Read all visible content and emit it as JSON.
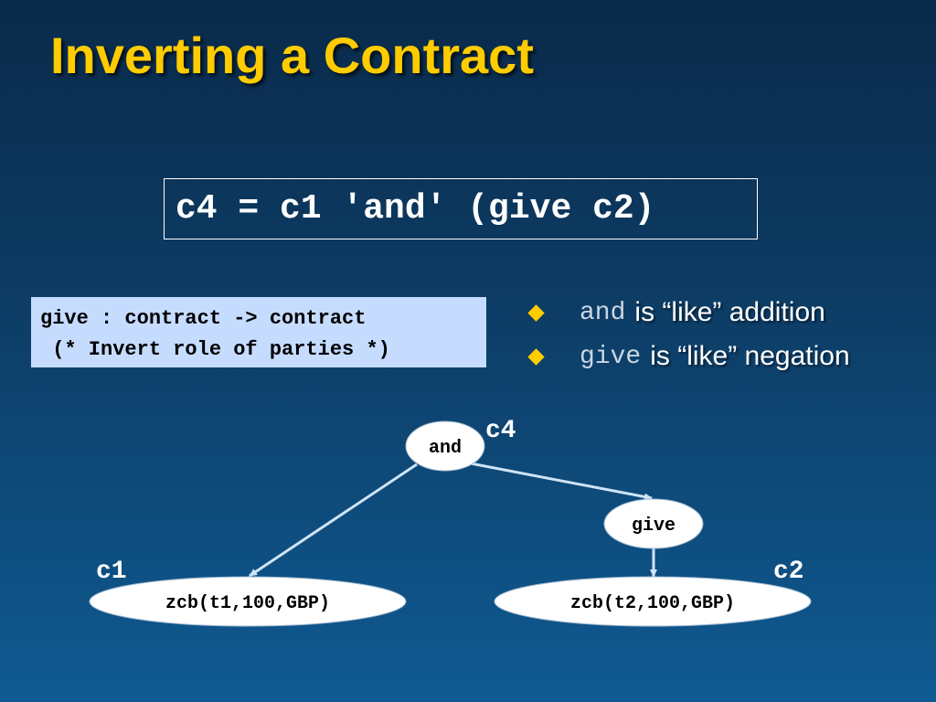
{
  "slide": {
    "title": "Inverting a Contract",
    "definition": "c4 = c1 'and' (give c2)",
    "type_signature": {
      "line1": "give : contract -> contract",
      "line2": " (* Invert role of parties *)"
    },
    "bullets": [
      {
        "keyword": "and",
        "text": "is “like” addition"
      },
      {
        "keyword": "give",
        "text": "is “like” negation"
      }
    ]
  },
  "diagram": {
    "nodes": {
      "and": {
        "text": "and",
        "label": "c4"
      },
      "give": {
        "text": "give"
      },
      "zcb1": {
        "text": "zcb(t1,100,GBP)",
        "label": "c1"
      },
      "zcb2": {
        "text": "zcb(t2,100,GBP)",
        "label": "c2"
      }
    },
    "edges": [
      {
        "from": "and",
        "to": "zcb1"
      },
      {
        "from": "and",
        "to": "give"
      },
      {
        "from": "give",
        "to": "zcb2"
      }
    ]
  },
  "colors": {
    "title": "#ffcc00",
    "bullet": "#ffcc00",
    "edge": "#cfe4f6",
    "node_fill": "#ffffff",
    "type_box_bg": "#c6dcff"
  }
}
